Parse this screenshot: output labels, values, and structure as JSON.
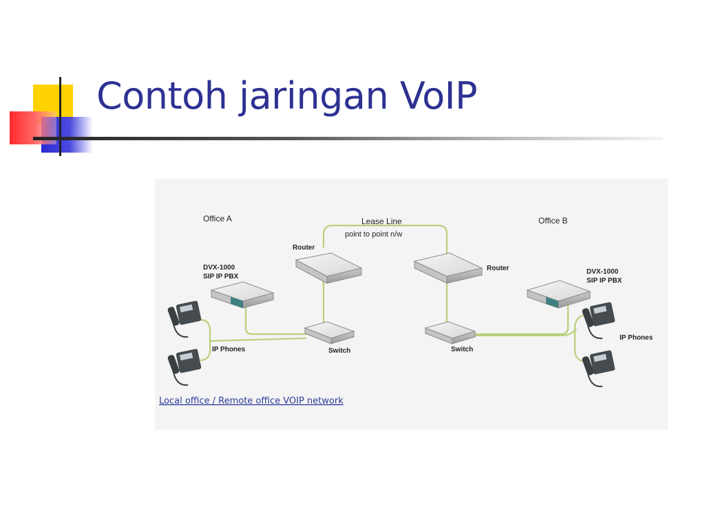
{
  "slide": {
    "title": "Contoh jaringan VoIP",
    "colors": {
      "title": "#2e3192",
      "deco_yellow": "#ffd200",
      "deco_red": "#ff3b3b",
      "deco_blue": "#2b2bd6",
      "cable": "#b9d07a",
      "caption": "#2e3a9a"
    }
  },
  "diagram": {
    "office_a": "Office A",
    "office_b": "Office B",
    "lease_line": "Lease Line",
    "lease_line_sub": "point to point n/w",
    "router_a": "Router",
    "router_b": "Router",
    "pbx_a_line1": "DVX-1000",
    "pbx_a_line2": "SIP IP PBX",
    "pbx_b_line1": "DVX-1000",
    "pbx_b_line2": "SIP IP PBX",
    "phones_a": "IP Phones",
    "phones_b": "IP Phones",
    "switch_a": "Switch",
    "switch_b": "Switch",
    "caption": "Local office / Remote office VOIP network",
    "icons": [
      "router-icon",
      "switch-icon",
      "pbx-icon",
      "ip-phone-icon"
    ]
  }
}
